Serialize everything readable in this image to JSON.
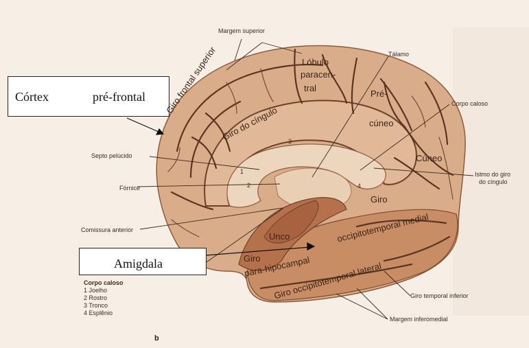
{
  "callouts": {
    "cortex_prefrontal": {
      "left": "Córtex",
      "right": "pré-frontal"
    },
    "amigdala": "Amigdala"
  },
  "labels": {
    "margem_superior": "Margem superior",
    "talamo": "Tálamo",
    "corpo_caloso": "Corpo caloso",
    "septo_pelucido": "Septo pelúcido",
    "istmo_giro_cingulo": [
      "Istmo do giro",
      "do cíngulo"
    ],
    "fornice": "Fórnice",
    "comissura_anterior": "Comissura anterior",
    "giro_temporal_inferior": "Giro temporal inferior",
    "margem_inferomedial": "Margem inferomedial"
  },
  "gyri": {
    "lobulo_paracentral": [
      "Lóbulo",
      "paracen-",
      "tral"
    ],
    "pre_cuneo": [
      "Pré-",
      "cúneo"
    ],
    "cuneo": "Cúneo",
    "giro_frontal_superior": "Giro frontal superior",
    "giro_do_cingulo": "Giro do cíngulo",
    "giro_right": "Giro",
    "occipitotemporal_medial": "occipitotemporal medial",
    "unco": "Unco",
    "giro_left": "Giro",
    "para_hipocampal": "para-hipocampal",
    "giro_occipitotemporal_lateral": "Giro occipitotemporal lateral"
  },
  "numbers": [
    "1",
    "2",
    "3",
    "4"
  ],
  "legend": {
    "title": "Corpo caloso",
    "items": [
      "1  Joelho",
      "2  Rostro",
      "3  Tronco",
      "4  Esplênio"
    ]
  },
  "figure_letter": "b",
  "colors": {
    "background": "#f7efe6",
    "brain": "#d9ad8a",
    "sulcus": "#5a3522",
    "callosum": "#ecd6bd",
    "parahippocampal": "#b5714c"
  }
}
